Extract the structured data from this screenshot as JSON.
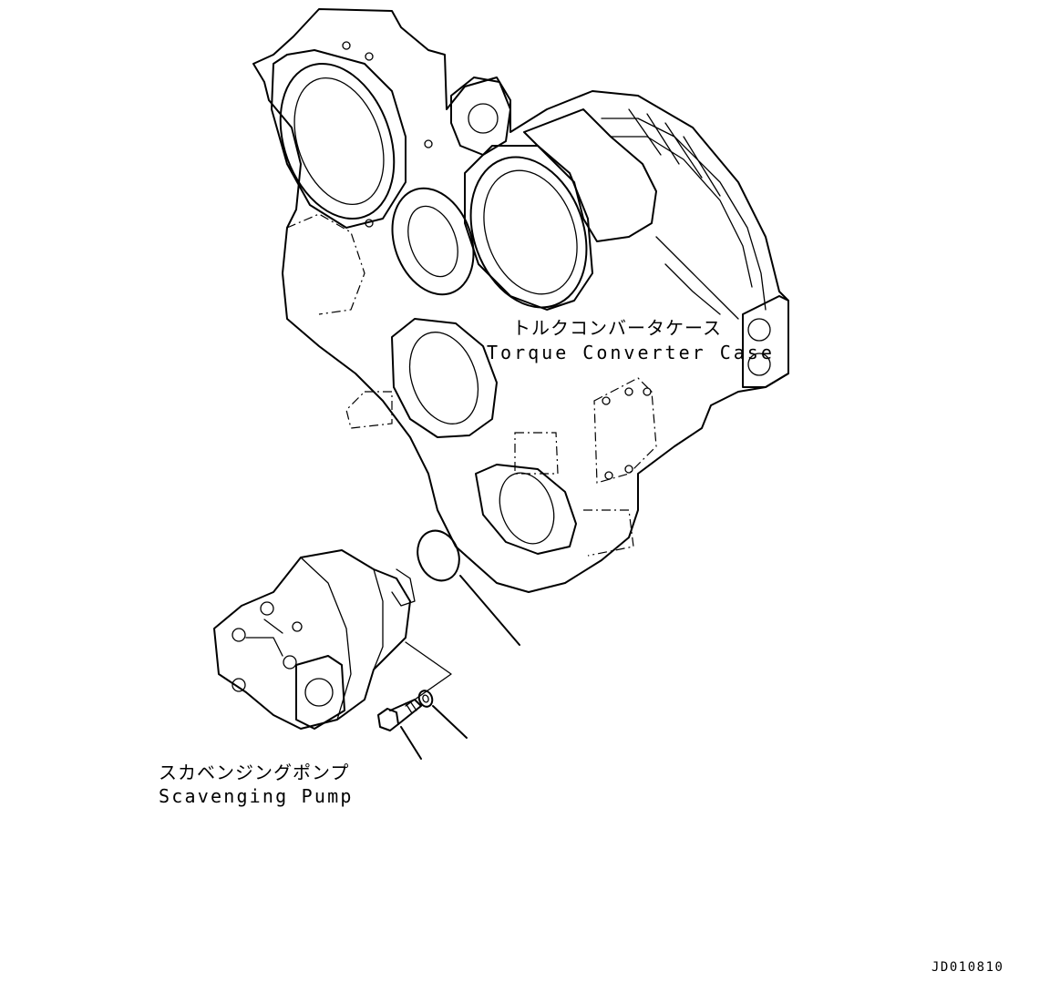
{
  "labels": {
    "torque_case_jp": "トルクコンバータケース",
    "torque_case_en": "Torque Converter Case",
    "scavenging_pump_jp": "スカベンジングポンプ",
    "scavenging_pump_en": "Scavenging Pump",
    "drawing_code": "JD010810"
  },
  "parts": [
    "torque-converter-case",
    "o-ring",
    "scavenging-pump",
    "bolt",
    "washer"
  ]
}
